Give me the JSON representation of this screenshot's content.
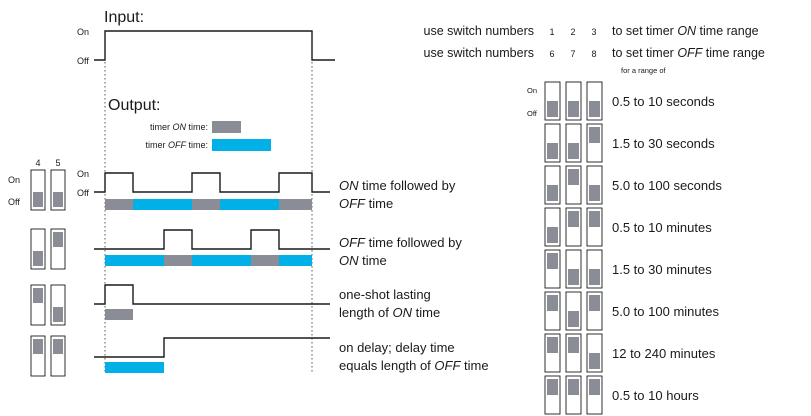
{
  "colors": {
    "on_bar": "#8a8d96",
    "off_bar": "#00b0e6",
    "line": "#1a1a1a"
  },
  "input": {
    "title": "Input:",
    "on_label": "On",
    "off_label": "Off"
  },
  "output": {
    "title": "Output:",
    "legend_on_prefix": "timer",
    "legend_on_em": "ON",
    "legend_on_suffix": "time:",
    "legend_off_prefix": "timer",
    "legend_off_em": "OFF",
    "legend_off_suffix": "time:"
  },
  "left_switch_labels": {
    "numbers": [
      "4",
      "5"
    ],
    "on": "On",
    "off": "Off"
  },
  "row1": {
    "on_label": "On",
    "off_label": "Off",
    "line1_em": "ON",
    "line1_rest": " time followed by",
    "line2_em": "OFF",
    "line2_rest": " time"
  },
  "row2": {
    "line1_em": "OFF",
    "line1_rest": " time followed by",
    "line2_em": "ON",
    "line2_rest": " time"
  },
  "row3": {
    "line1": "one-shot lasting",
    "line2_pre": "length of ",
    "line2_em": "ON",
    "line2_rest": " time"
  },
  "row4": {
    "line1": "on delay; delay time",
    "line2_pre": "equals length of ",
    "line2_em": "OFF",
    "line2_rest": " time"
  },
  "switch_settings": [
    {
      "dip": [
        "off",
        "on"
      ]
    },
    {
      "dip": [
        "on",
        "off"
      ]
    },
    {
      "dip": [
        "on",
        "on"
      ]
    }
  ],
  "range_header": {
    "line1_pre": "use switch numbers",
    "line1_nums": [
      "1",
      "2",
      "3"
    ],
    "line1_post": "to set timer",
    "line1_em": "ON",
    "line1_tail": " time range",
    "line2_pre": "use switch numbers",
    "line2_nums": [
      "6",
      "7",
      "8"
    ],
    "line2_post": "to set timer",
    "line2_em": "OFF",
    "line2_tail": " time range",
    "note": "for a range of",
    "on_label": "On",
    "off_label": "Off"
  },
  "ranges": [
    {
      "label": "0.5 to 10 seconds",
      "switches": [
        "off",
        "off",
        "off"
      ]
    },
    {
      "label": "1.5 to 30 seconds",
      "switches": [
        "off",
        "off",
        "on"
      ]
    },
    {
      "label": "5.0 to 100 seconds",
      "switches": [
        "off",
        "on",
        "off"
      ]
    },
    {
      "label": "0.5 to 10 minutes",
      "switches": [
        "off",
        "on",
        "on"
      ]
    },
    {
      "label": "1.5 to 30 minutes",
      "switches": [
        "on",
        "off",
        "off"
      ]
    },
    {
      "label": "5.0 to 100 minutes",
      "switches": [
        "on",
        "off",
        "on"
      ]
    },
    {
      "label": "12 to 240 minutes",
      "switches": [
        "on",
        "on",
        "off"
      ]
    },
    {
      "label": "0.5 to 10 hours",
      "switches": [
        "on",
        "on",
        "on"
      ]
    }
  ]
}
